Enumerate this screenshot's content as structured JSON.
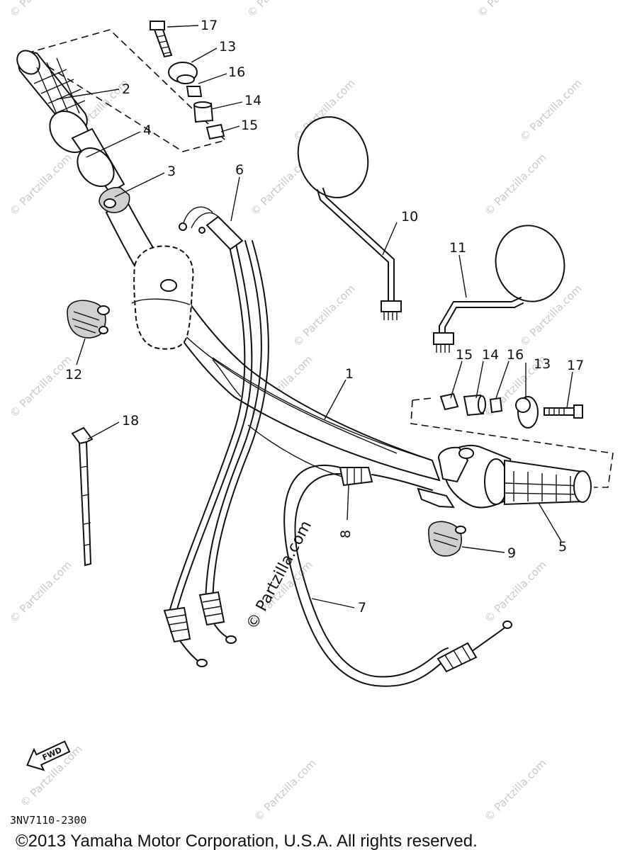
{
  "diagram": {
    "callouts": [
      "17",
      "13",
      "16",
      "14",
      "15",
      "2",
      "4",
      "3",
      "6",
      "10",
      "11",
      "12",
      "1",
      "18",
      "15",
      "14",
      "16",
      "13",
      "17",
      "8",
      "9",
      "5",
      "7"
    ],
    "watermarks": [
      "© Partzilla.com",
      "© Partzilla.com",
      "© Partzilla.com",
      "© Partzilla.com",
      "© Partzilla.com",
      "© Partzilla.com",
      "© Partzilla.com",
      "© Partzilla.com",
      "© Partzilla.com",
      "© Partzilla.com",
      "© Partzilla.com",
      "© Partzilla.com",
      "© Partzilla.com",
      "© Partzilla.com",
      "© Partzilla.com",
      "© Partzilla.com",
      "© Partzilla.com",
      "© Partzilla.com",
      "© Partzilla.com",
      "© Partzilla.com"
    ],
    "center_watermark": "© Partzilla.com",
    "fwd_label": "FWD",
    "diagram_code": "3NV7110-2300",
    "copyright": "©2013 Yamaha Motor Corporation, U.S.A. All rights reserved."
  }
}
